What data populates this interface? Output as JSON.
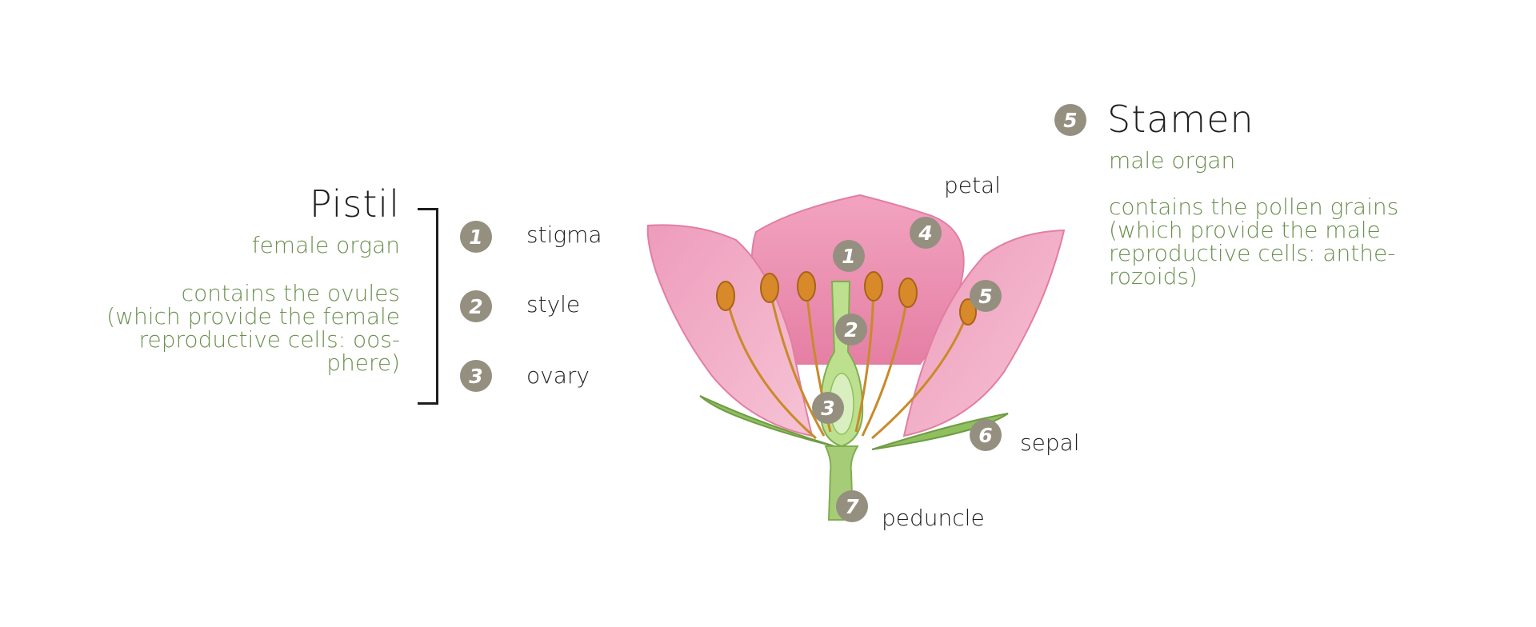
{
  "pistil": {
    "title": "Pistil",
    "subtitle": "female organ",
    "desc_lines": [
      "contains the ovules",
      "(which provide the female",
      "reproductive cells: oos-",
      "phere)"
    ]
  },
  "stamen": {
    "number": "5",
    "title": "Stamen",
    "subtitle": "male organ",
    "desc_lines": [
      "contains the pollen grains",
      "(which provide the male",
      "reproductive cells: anthe-",
      "rozoids)"
    ]
  },
  "parts": [
    {
      "number": "1",
      "label": "stigma"
    },
    {
      "number": "2",
      "label": "style"
    },
    {
      "number": "3",
      "label": "ovary"
    }
  ],
  "callouts": {
    "petal_label": "petal",
    "sepal_label": "sepal",
    "peduncle_label": "peduncle",
    "numbers": [
      "1",
      "2",
      "3",
      "4",
      "5",
      "6",
      "7"
    ]
  },
  "colors": {
    "badge": "#958f80",
    "green_text": "#6b8f4e",
    "petal_pink": "#ec8fb0",
    "stem_green": "#8fbf5e",
    "anther_orange": "#d88a2a"
  }
}
